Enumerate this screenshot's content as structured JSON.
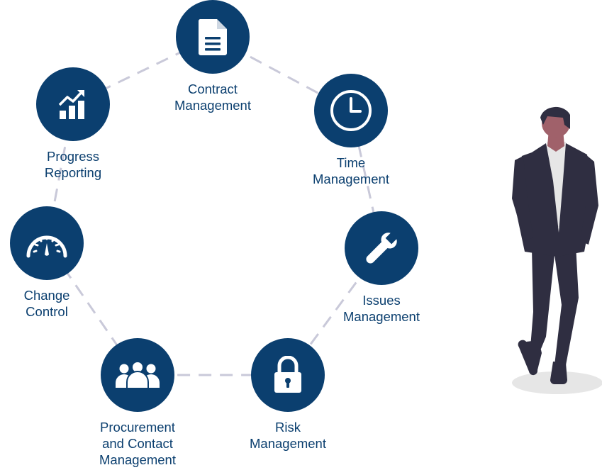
{
  "colors": {
    "primary": "#0b3f6f",
    "ring": "#c9c9d9",
    "shadow": "#e6e6e6",
    "suit": "#2f2e41",
    "skin": "#a0616a",
    "shirt": "#e6e6e6"
  },
  "nodes": [
    {
      "id": "contract-management",
      "icon": "document-icon",
      "lines": [
        "Contract",
        "Management"
      ]
    },
    {
      "id": "time-management",
      "icon": "clock-icon",
      "lines": [
        "Time",
        "Management"
      ]
    },
    {
      "id": "issues-management",
      "icon": "wrench-icon",
      "lines": [
        "Issues",
        "Management"
      ]
    },
    {
      "id": "risk-management",
      "icon": "padlock-icon",
      "lines": [
        "Risk",
        "Management"
      ]
    },
    {
      "id": "procurement-and-contact-management",
      "icon": "people-group-icon",
      "lines": [
        "Procurement",
        "and Contact",
        "Management"
      ]
    },
    {
      "id": "change-control",
      "icon": "gauge-icon",
      "lines": [
        "Change",
        "Control"
      ]
    },
    {
      "id": "progress-reporting",
      "icon": "growth-chart-icon",
      "lines": [
        "Progress",
        "Reporting"
      ]
    }
  ]
}
